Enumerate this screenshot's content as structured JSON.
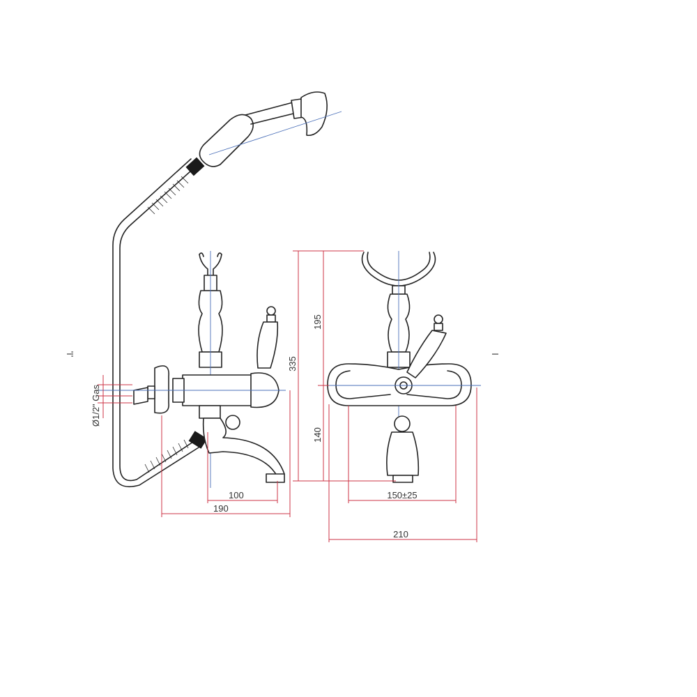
{
  "dimensions": {
    "spout_projection": "100",
    "side_overall_depth": "190",
    "overall_height": "335",
    "upper_height": "195",
    "lower_height": "140",
    "connection_centres": "150±25",
    "front_overall_width": "210",
    "inlet_thread": "Ø1/2\" Gas"
  },
  "section_marks": {
    "side_view": "'I'",
    "front_view": "I"
  },
  "colors": {
    "outline": "#222222",
    "dimension_lines": "#cc3344",
    "centre_lines": "#4a6fb8"
  }
}
